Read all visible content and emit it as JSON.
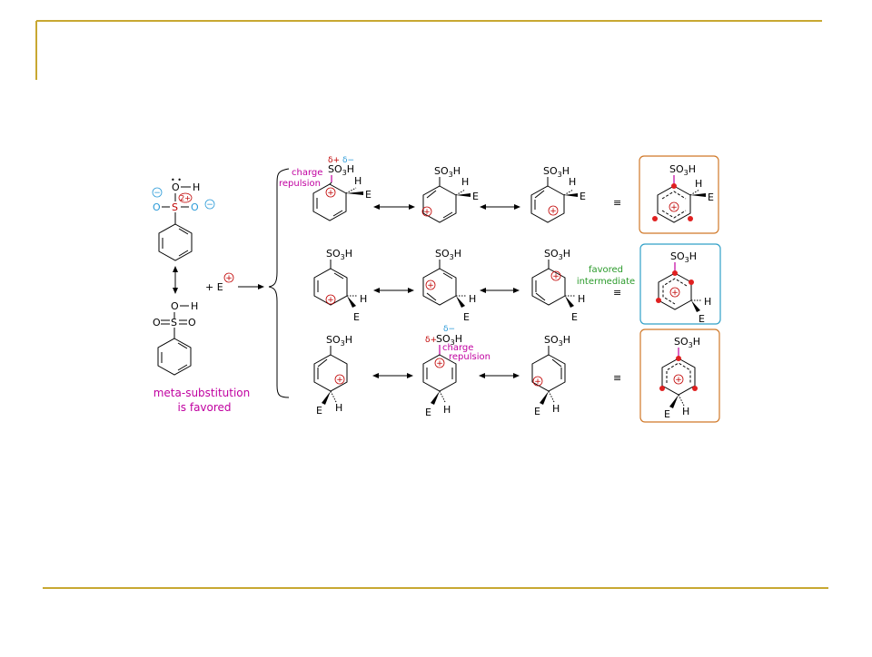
{
  "labels": {
    "so3h_main": "SO",
    "so3h_sub": "3",
    "so3h_h": "H",
    "h": "H",
    "e": "E",
    "o": "O",
    "s": "S",
    "charge": "2+",
    "plus": "+",
    "minus": "−",
    "delta_plus": "δ+",
    "delta_minus": "δ−",
    "equiv": "≡",
    "plus_e": "+ E",
    "charge_repulsion_1": "charge",
    "charge_repulsion_2": "repulsion",
    "favored_1": "favored",
    "favored_2": "intermediate",
    "conclusion_1": "meta-substitution",
    "conclusion_2": "is favored"
  },
  "colors": {
    "frame_gold": "#c8a832",
    "orange_box": "#d07828",
    "blue_box": "#30a0c8",
    "magenta": "#c000a0",
    "green": "#2a9a2a",
    "red": "#c00000",
    "dot_red": "#e02020",
    "cyan": "#2a9ad8"
  }
}
